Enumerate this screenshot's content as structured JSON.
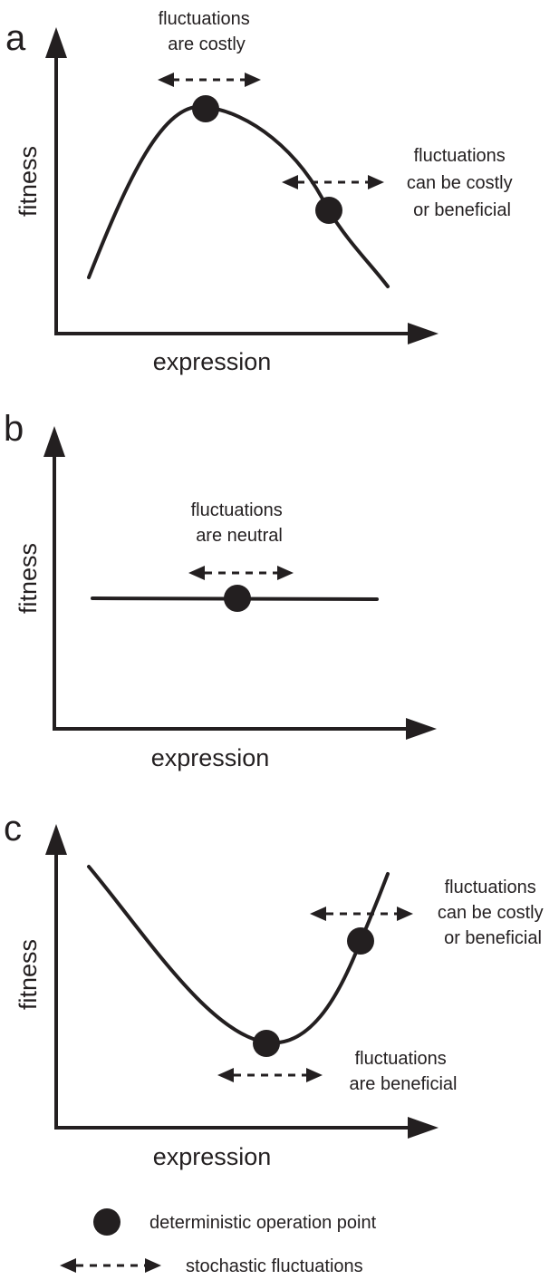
{
  "colors": {
    "ink": "#231f20",
    "background": "#ffffff"
  },
  "panels": [
    {
      "letter": "a",
      "y_label": "fitness",
      "x_label": "expression",
      "annotations": [
        {
          "lines": [
            "fluctuations",
            "are costly"
          ]
        },
        {
          "lines": [
            "fluctuations",
            "can be costly",
            "or beneficial"
          ]
        }
      ]
    },
    {
      "letter": "b",
      "y_label": "fitness",
      "x_label": "expression",
      "annotations": [
        {
          "lines": [
            "fluctuations",
            "are neutral"
          ]
        }
      ]
    },
    {
      "letter": "c",
      "y_label": "fitness",
      "x_label": "expression",
      "annotations": [
        {
          "lines": [
            "fluctuations",
            "can be costly",
            "or beneficial"
          ]
        },
        {
          "lines": [
            "fluctuations",
            "are beneficial"
          ]
        }
      ]
    }
  ],
  "legend": {
    "point_label": "deterministic operation point",
    "point_icon": "filled-circle",
    "arrow_label": "stochastic fluctuations",
    "arrow_icon": "dashed-double-arrow"
  }
}
